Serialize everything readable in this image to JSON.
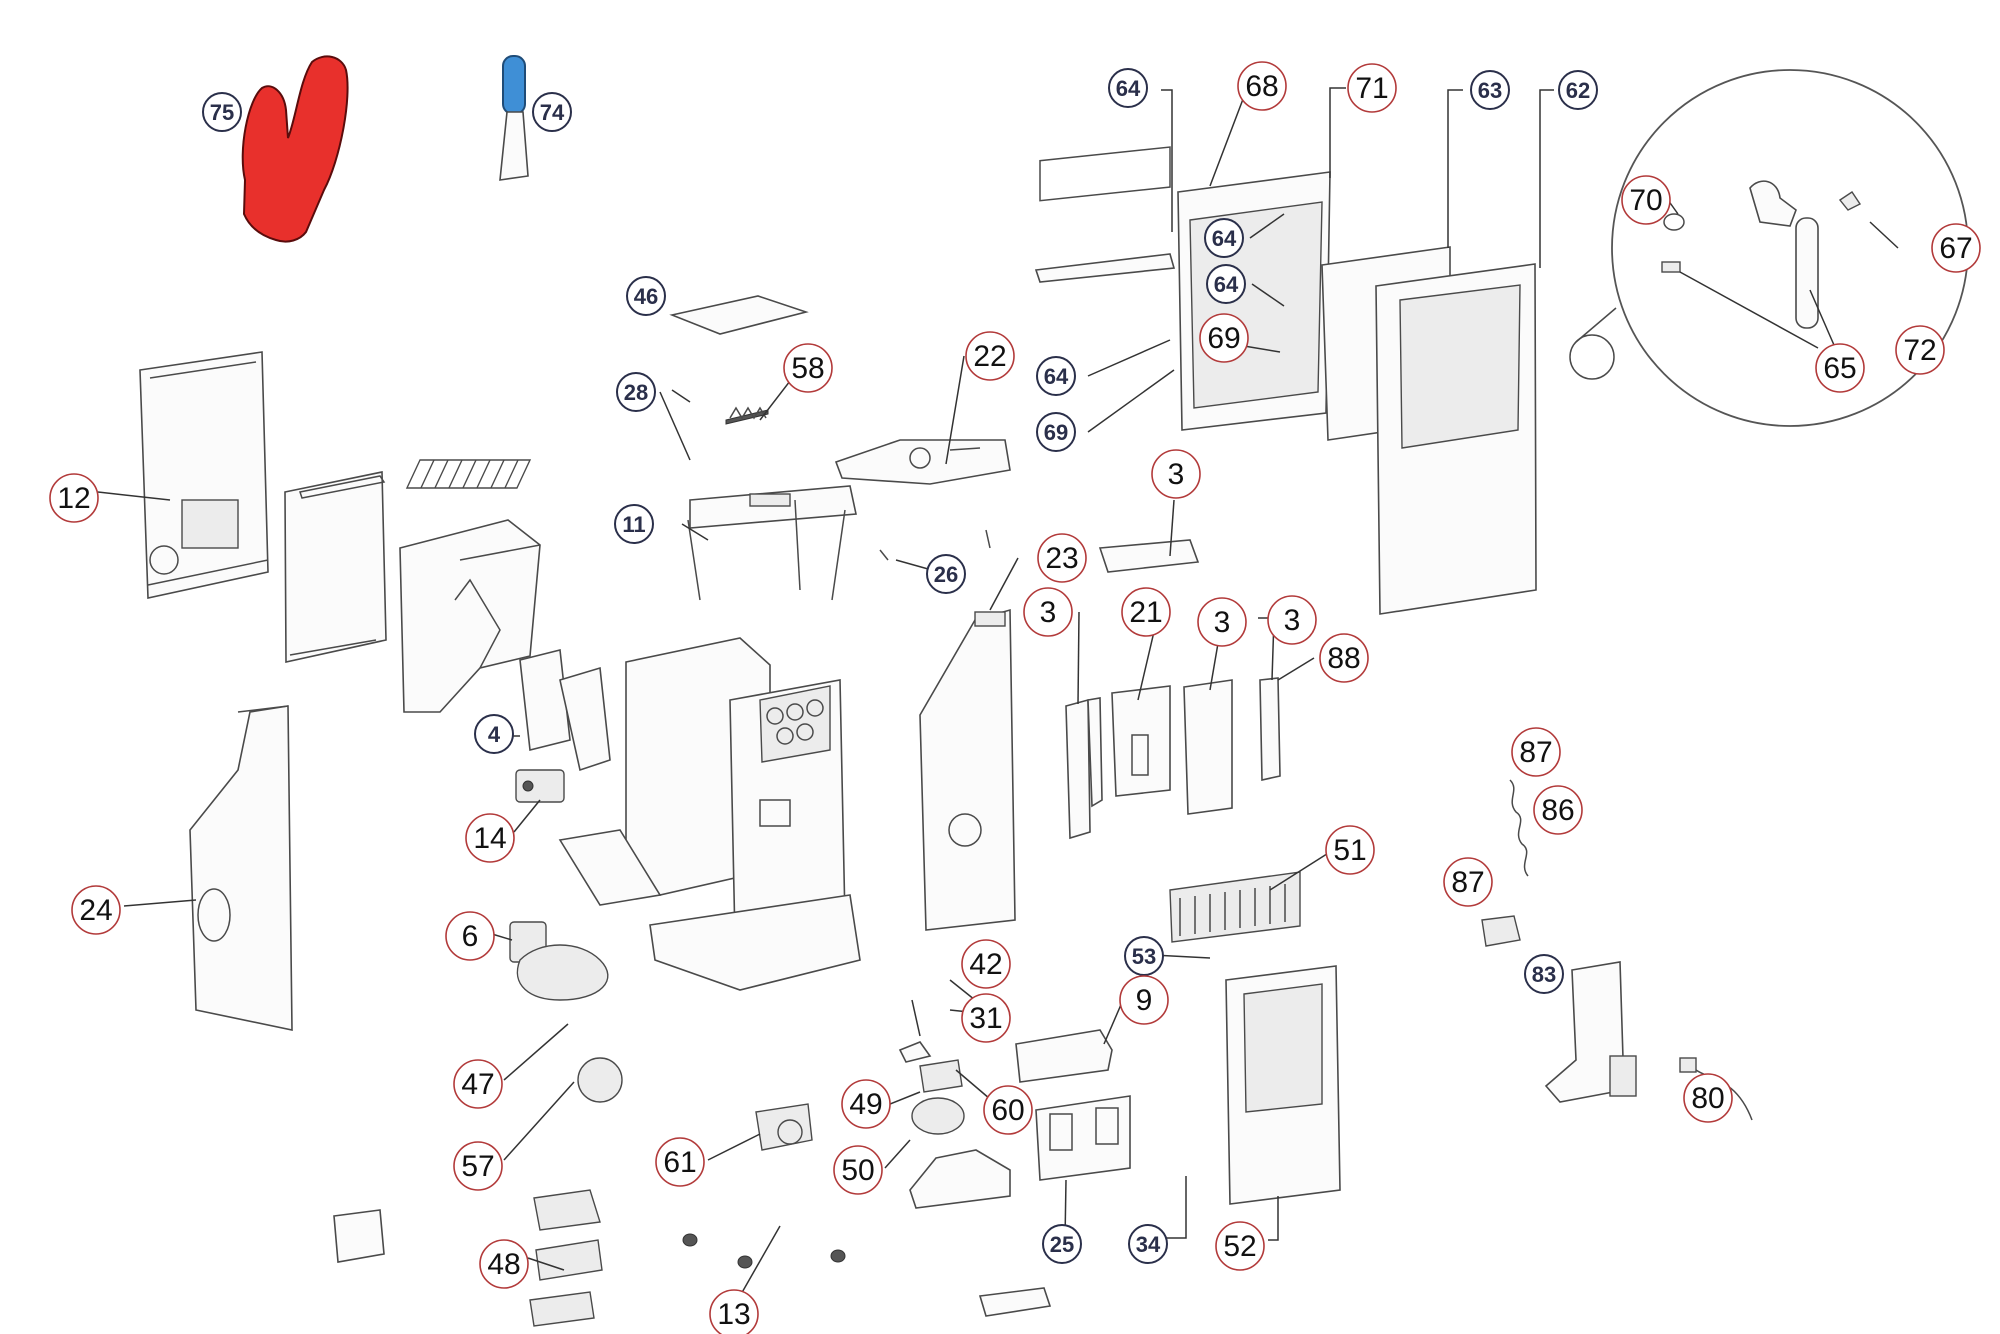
{
  "colors": {
    "glove": "#e8302c",
    "scraper_handle": "#3f8fd6",
    "callout_red_ring": "#b23a3a",
    "callout_blue_ring": "#2a2f4a"
  },
  "labels": {
    "c3a": "3",
    "c3b": "3",
    "c3c": "3",
    "c3d": "3",
    "c4": "4",
    "c6": "6",
    "c9": "9",
    "c11": "11",
    "c12": "12",
    "c13": "13",
    "c14": "14",
    "c21": "21",
    "c22": "22",
    "c23": "23",
    "c24": "24",
    "c25": "25",
    "c26": "26",
    "c28": "28",
    "c31": "31",
    "c34": "34",
    "c42": "42",
    "c46": "46",
    "c47": "47",
    "c48": "48",
    "c49": "49",
    "c50": "50",
    "c51": "51",
    "c52": "52",
    "c53": "53",
    "c57": "57",
    "c58": "58",
    "c60": "60",
    "c61": "61",
    "c62": "62",
    "c63": "63",
    "c64a": "64",
    "c64b": "64",
    "c64c": "64",
    "c64d": "64",
    "c65": "65",
    "c67": "67",
    "c68": "68",
    "c69a": "69",
    "c69b": "69",
    "c70": "70",
    "c71": "71",
    "c72": "72",
    "c74": "74",
    "c75": "75",
    "c80": "80",
    "c83": "83",
    "c86": "86",
    "c87a": "87",
    "c87b": "87",
    "c88": "88"
  }
}
